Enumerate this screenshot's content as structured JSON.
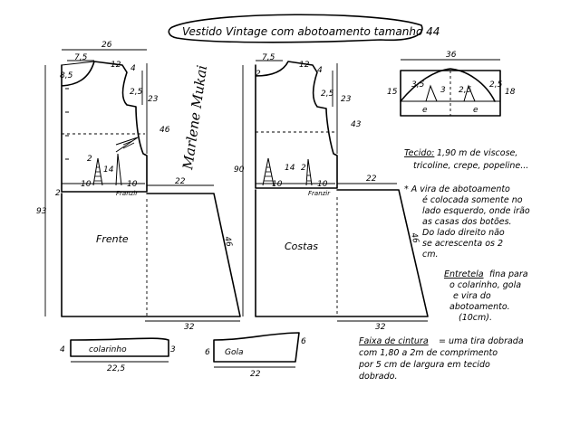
{
  "title": "Vestido Vintage com abotoamento tamanho 44",
  "signature": "Marlene Mukai",
  "front": {
    "label": "Frente",
    "franzir": "Franzir",
    "width_top": "26",
    "shoulder": "7,5",
    "neck_depth": "8,5",
    "shoulder_drop": "4",
    "shoulder_len": "12",
    "armhole_w": "2,5",
    "armhole_h": "23",
    "bodice_h": "46",
    "dart_w": "2",
    "dart_h": "14",
    "waist_a": "10",
    "waist_b": "10",
    "hem_top": "22",
    "side_len": "46",
    "hem": "32",
    "total_len": "93",
    "dim_12": "12",
    "dim_2": "2"
  },
  "back": {
    "label": "Costas",
    "franzir": "Franzir",
    "shoulder": "7,5",
    "neck_depth": "2",
    "shoulder_len": "12",
    "shoulder_drop": "4",
    "armhole_w": "2,5",
    "armhole_h": "23",
    "bodice_h": "43",
    "dart_h": "14",
    "dart_w": "2",
    "waist_a": "10",
    "waist_b": "10",
    "hem_top": "22",
    "side_len": "46",
    "hem": "32",
    "total_len": "90",
    "dim_12": "12"
  },
  "sleeve": {
    "width": "36",
    "left_h": "15",
    "right_h": "18",
    "d1": "3,5",
    "d2": "3",
    "d3": "2,5",
    "d4": "2,5",
    "e": "e",
    "e2": "e"
  },
  "collar": {
    "label": "colarinho",
    "width": "22,5",
    "h": "4",
    "h2": "3"
  },
  "gola": {
    "label": "Gola",
    "width": "22",
    "h": "6",
    "h2": "6"
  },
  "notes": {
    "tecido_title": "Tecido:",
    "tecido_lines": [
      "1,90 m de viscose,",
      "tricoline, crepe, popeline..."
    ],
    "vira_lines": [
      "* A vira de abotoamento",
      "é colocada somente no",
      "lado esquerdo, onde irão",
      "as casas dos botões.",
      "Do lado direito não",
      "se acrescenta os 2",
      "cm."
    ],
    "entretela_title": "Entretela",
    "entretela_lines": [
      "fina para",
      "o colarinho, gola",
      "e vira do",
      "abotoamento.",
      "(10cm)."
    ],
    "faixa_title": "Faixa de cintura",
    "faixa_lines": [
      "= uma tira dobrada",
      "com 1,80 a 2m de comprimento",
      "por 5 cm de largura em tecido",
      "dobrado."
    ]
  }
}
